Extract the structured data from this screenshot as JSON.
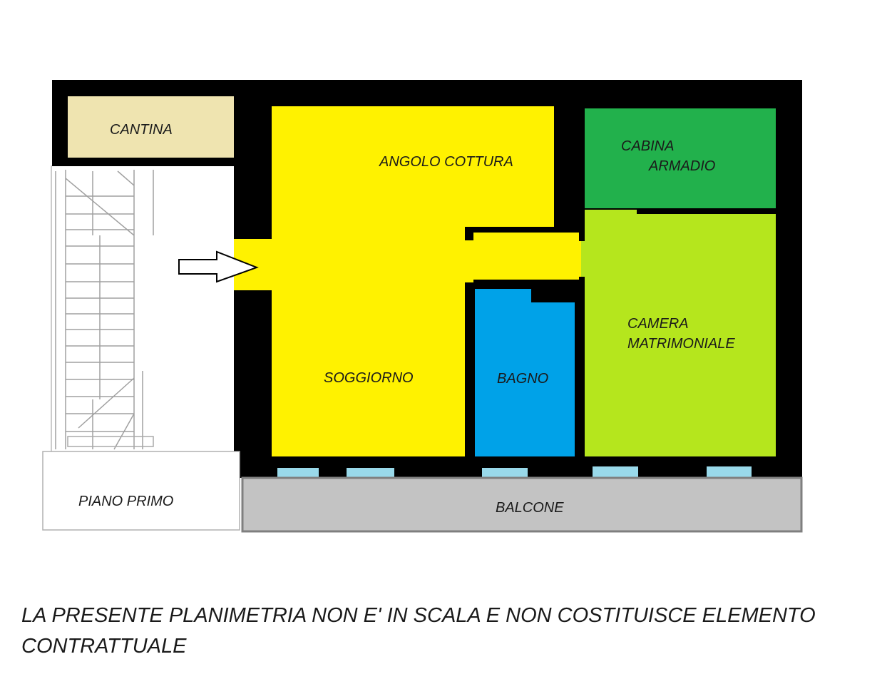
{
  "rooms": {
    "cantina": "CANTINA",
    "angolo_cottura": "ANGOLO COTTURA",
    "cabina_line1": "CABINA",
    "cabina_line2": "ARMADIO",
    "soggiorno": "SOGGIORNO",
    "bagno": "BAGNO",
    "camera_line1": "CAMERA",
    "camera_line2": "MATRIMONIALE",
    "piano_primo": "PIANO PRIMO",
    "balcone": "BALCONE"
  },
  "disclaimer": {
    "line1": "LA PRESENTE PLANIMETRIA NON E' IN SCALA E NON COSTITUISCE ELEMENTO",
    "line2": "CONTRATTUALE"
  },
  "colors": {
    "wall": "#000000",
    "living_yellow": "#fff200",
    "bedroom_lime": "#b5e61d",
    "closet_green": "#22b14c",
    "bath_blue": "#00a2e8",
    "cellar_beige": "#efe4b0",
    "balcony_grey": "#c3c3c3",
    "window_blue": "#99d9ea"
  },
  "icons": [
    "entrance-arrow-icon",
    "staircase-drawing"
  ]
}
